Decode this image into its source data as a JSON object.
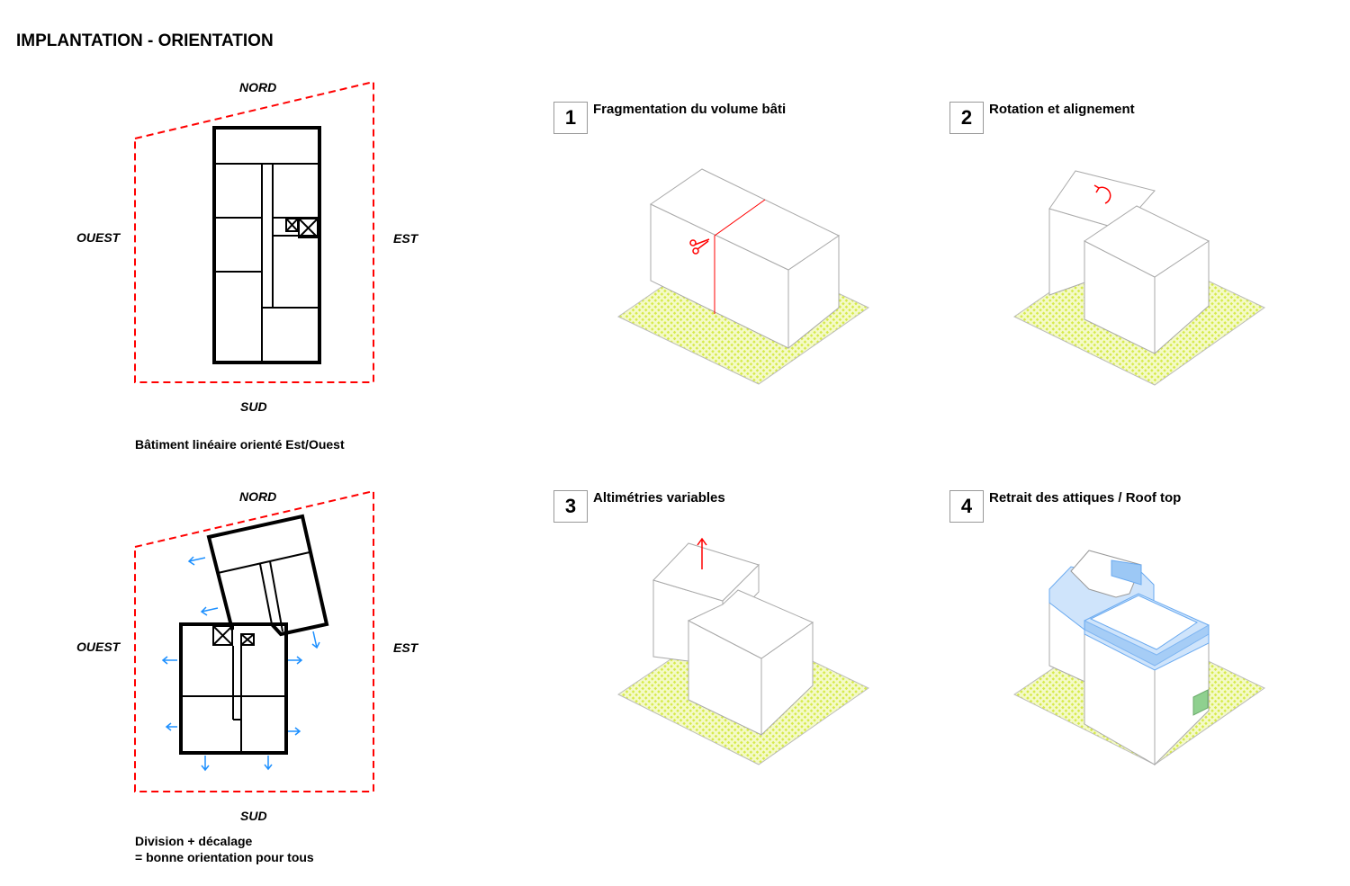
{
  "title": "IMPLANTATION - ORIENTATION",
  "plan_top": {
    "nord": "NORD",
    "sud": "SUD",
    "ouest": "OUEST",
    "est": "EST",
    "caption": "Bâtiment linéaire orienté Est/Ouest"
  },
  "plan_bottom": {
    "nord": "NORD",
    "sud": "SUD",
    "ouest": "OUEST",
    "est": "EST",
    "caption_line1": "Division + décalage",
    "caption_line2": "= bonne orientation pour tous"
  },
  "steps": [
    {
      "number": "1",
      "label": "Fragmentation du volume bâti",
      "icon": "scissors-icon"
    },
    {
      "number": "2",
      "label": "Rotation et alignement",
      "icon": "rotate-icon"
    },
    {
      "number": "3",
      "label": "Altimétries variables",
      "icon": "arrow-up-icon"
    },
    {
      "number": "4",
      "label": "Retrait des attiques / Roof top",
      "icon": "roof-terrace"
    }
  ],
  "colors": {
    "site_boundary": "#ff0000",
    "orientation_arrows": "#1e90ff",
    "ground": "#e2f06a",
    "roof": "#9cc8f5"
  }
}
